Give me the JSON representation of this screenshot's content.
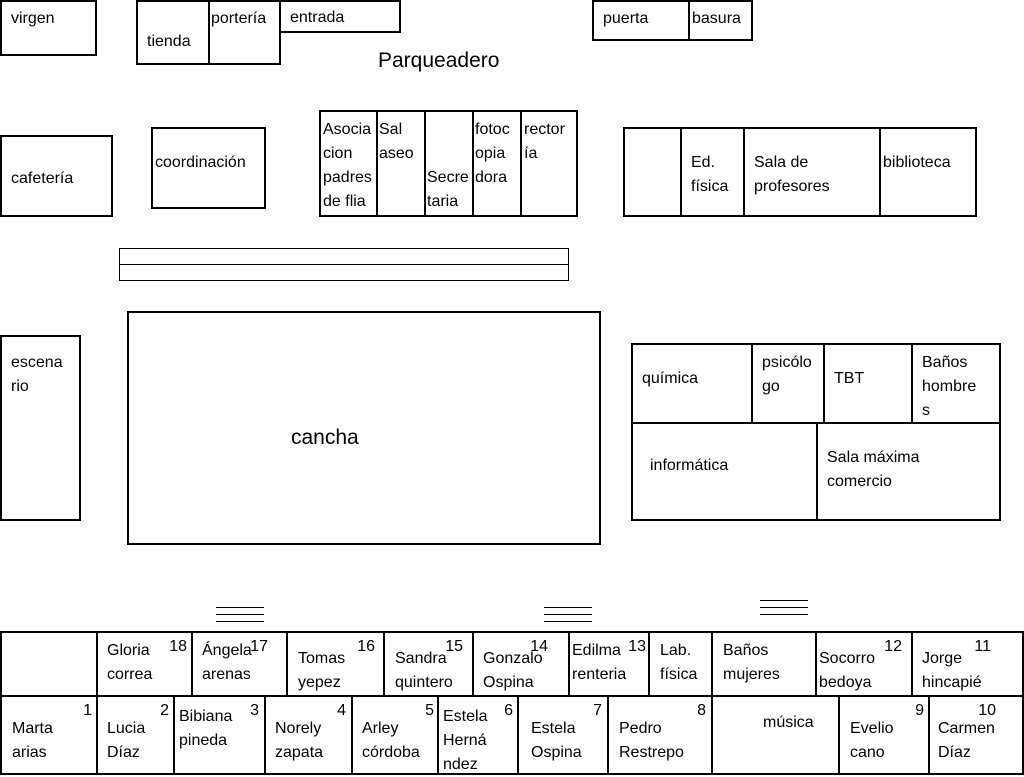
{
  "top": {
    "virgen": "virgen",
    "tienda": "tienda",
    "porteria": "portería",
    "entrada": "entrada",
    "puerta": "puerta",
    "basura": "basura",
    "parqueadero": "Parqueadero"
  },
  "admin": {
    "cafeteria": "cafetería",
    "coordinacion": "coordinación",
    "asociacion": "Asocia\ncion\npadres\nde flia",
    "sal_aseo": "Sal\naseo",
    "secretaria": "Secre\ntaria",
    "fotocopiadora": "fotoc\nopia\ndora",
    "rectoria": "rector\nía",
    "ed_fisica": "Ed.\nfísica",
    "sala_profesores": "Sala de\nprofesores",
    "biblioteca": "biblioteca"
  },
  "middle": {
    "escenario": "escena\nrio",
    "cancha": "cancha",
    "quimica": "química",
    "psicologo": "psicólo\ngo",
    "tbt": "TBT",
    "banos_hombres": "Baños\nhombre\ns",
    "informatica": "informática",
    "sala_maxima": "Sala máxima\ncomercio"
  },
  "upper_row": [
    {
      "name": "Gloria\ncorrea",
      "num": "18"
    },
    {
      "name": "Ángela\narenas",
      "num": "17"
    },
    {
      "name": "Tomas\nyepez",
      "num": "16"
    },
    {
      "name": "Sandra\nquintero",
      "num": "15"
    },
    {
      "name": "Gonzalo\nOspina",
      "num": "14"
    },
    {
      "name": "Edilma\nrenteria",
      "num": "13"
    },
    {
      "name": "Lab.\nfísica",
      "num": ""
    },
    {
      "name": "Baños\nmujeres",
      "num": ""
    },
    {
      "name": "Socorro\nbedoya",
      "num": "12"
    },
    {
      "name": "Jorge\nhincapié",
      "num": "11"
    }
  ],
  "lower_row": [
    {
      "name": "Marta\narias",
      "num": "1"
    },
    {
      "name": "Lucia\nDíaz",
      "num": "2"
    },
    {
      "name": "Bibiana\npineda",
      "num": "3"
    },
    {
      "name": "Norely\nzapata",
      "num": "4"
    },
    {
      "name": "Arley\ncórdoba",
      "num": "5"
    },
    {
      "name": "Estela\nHerná\nndez",
      "num": "6"
    },
    {
      "name": "Estela\nOspina",
      "num": "7"
    },
    {
      "name": "Pedro\nRestrepo",
      "num": "8"
    },
    {
      "name": "música",
      "num": ""
    },
    {
      "name": "Evelio\ncano",
      "num": "9"
    },
    {
      "name": "Carmen\nDíaz",
      "num": "10"
    }
  ]
}
